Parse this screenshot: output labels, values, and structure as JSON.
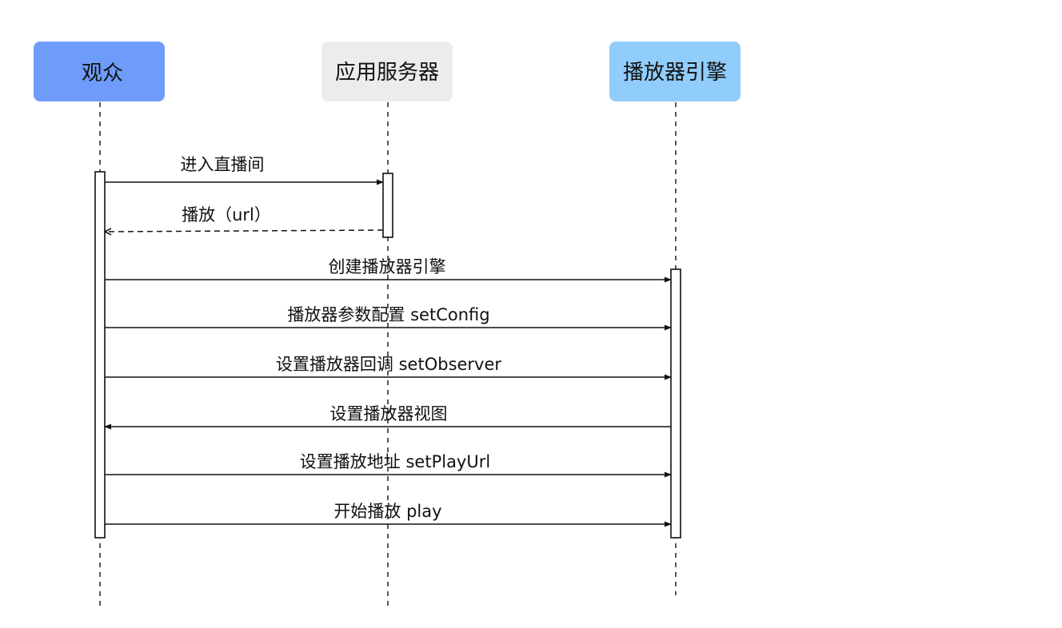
{
  "participants": [
    {
      "id": "viewer",
      "label": "观众",
      "color": "#6f9cfb"
    },
    {
      "id": "app-server",
      "label": "应用服务器",
      "color": "#ececec"
    },
    {
      "id": "player-engine",
      "label": "播放器引擎",
      "color": "#91cdfb"
    }
  ],
  "messages": [
    {
      "label": "进入直播间",
      "from": "viewer",
      "to": "app-server",
      "style": "solid"
    },
    {
      "label": "播放（url）",
      "from": "app-server",
      "to": "viewer",
      "style": "dashed"
    },
    {
      "label": "创建播放器引擎",
      "from": "viewer",
      "to": "player-engine",
      "style": "solid"
    },
    {
      "label": "播放器参数配置 setConfig",
      "from": "viewer",
      "to": "player-engine",
      "style": "solid"
    },
    {
      "label": "设置播放器回调 setObserver",
      "from": "viewer",
      "to": "player-engine",
      "style": "solid"
    },
    {
      "label": "设置播放器视图",
      "from": "player-engine",
      "to": "viewer",
      "style": "solid"
    },
    {
      "label": "设置播放地址 setPlayUrl",
      "from": "viewer",
      "to": "player-engine",
      "style": "solid"
    },
    {
      "label": "开始播放 play",
      "from": "viewer",
      "to": "player-engine",
      "style": "solid"
    }
  ],
  "colors": {
    "line": "#111111",
    "activation_fill": "#ffffff"
  }
}
